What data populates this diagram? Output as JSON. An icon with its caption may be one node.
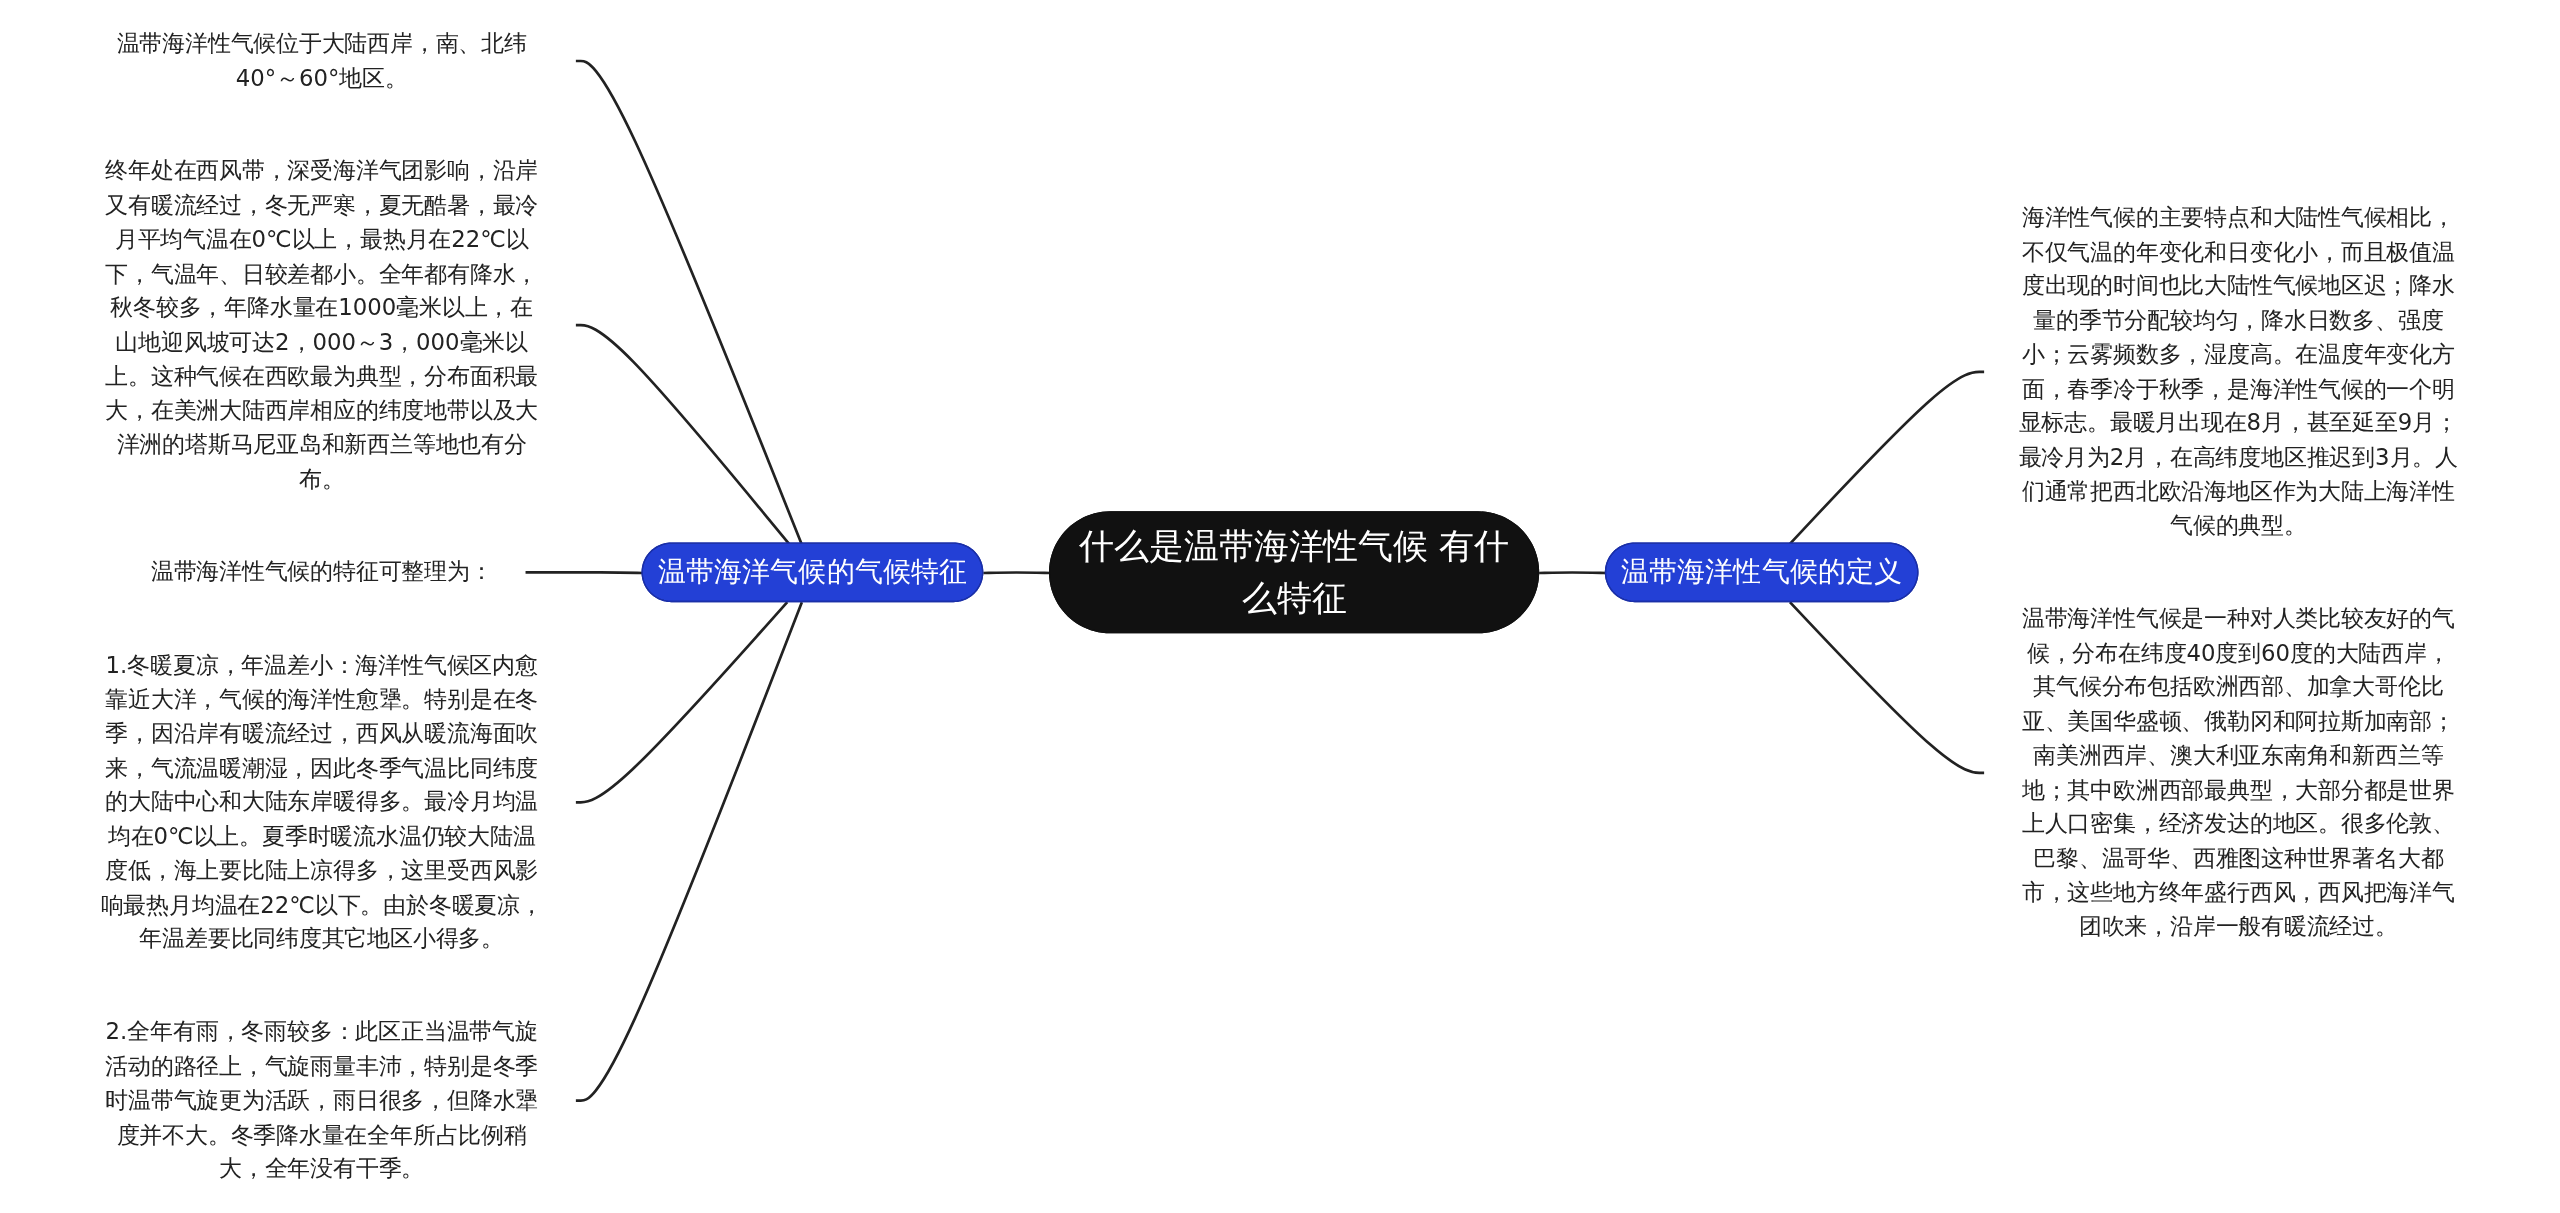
{
  "diagram": {
    "nodes": [
      {
        "text": [
          "什么是温带海洋性气候 有什么特征"
        ]
      },
      {
        "text": [
          "温带海洋气候的气候特征"
        ]
      },
      {
        "text": [
          "温带海洋性气候位于大陆西岸，南、北纬40°～60°地区。"
        ]
      },
      {
        "text": [
          "终年处在西风带，深受海洋气团影响，沿岸又有暖流经过，冬无严寒，夏无酷暑，最冷月平均气温在0℃以上，最热月在22℃以下，气温年、日较差都小。全年都有降水，秋冬较多，年降水量在1000毫米以上，在山地迎风坡可达2，000～3，000毫米以上。这种气候在西欧最为典型，分布面积最大，在美洲大陆西岸相应的纬度地带以及大洋洲的塔斯马尼亚岛和新西兰等地也有分布。"
        ]
      },
      {
        "text": [
          "温带海洋性气候的特征可整理为："
        ]
      },
      {
        "text": [
          "1.冬暖夏凉，年温差小：海洋性气候区内愈靠近大洋，气候的海洋性愈犟。特别是在冬季，因沿岸有暖流经过，西风从暖流海面吹来，气流温暖潮湿，因此冬季气温比同纬度的大陆中心和大陆东岸暖得多。最冷月均温均在0℃以上。夏季时暖流水温仍较大陆温度低，海上要比陆上凉得多，这里受西风影响最热月均温在22℃以下。由於冬暖夏凉，年温差要比同纬度其它地区小得多。"
        ]
      },
      {
        "text": [
          "2.全年有雨，冬雨较多：此区正当温带气旋活动的路径上，气旋雨量丰沛，特别是冬季时温带气旋更为活跃，雨日很多，但降水犟度并不大。冬季降水量在全年所占比例稍大，全年没有干季。"
        ]
      },
      {
        "text": [
          "温带海洋性气候的定义"
        ]
      },
      {
        "text": [
          "海洋性气候的主要特点和大陆性气候相比，不仅气温的年变化和日变化小，而且极值温度出现的时间也比大陆性气候地区迟；降水量的季节分配较均匀，降水日数多、强度小；云雾频数多，湿度高。在温度年变化方面，春季冷于秋季，是海洋性气候的一个明显标志。最暖月出现在8月，甚至延至9月；最冷月为2月，在高纬度地区推迟到3月。人们通常把西北欧沿海地区作为大陆上海洋性气候的典型。"
        ]
      },
      {
        "text": [
          "温带海洋性气候是一种对人类比较友好的气候，分布在纬度40度到60度的大陆西岸，其气候分布包括欧洲西部、加拿大哥伦比亚、美国华盛顿、俄勒冈和阿拉斯加南部；南美洲西岸、澳大利亚东南角和新西兰等地；其中欧洲西部最典型，大部分都是世界上人口密集，经济发达的地区。很多伦敦、巴黎、温哥华、西雅图这种世界著名大都市，这些地方终年盛行西风，西风把海洋气团吹来，沿岸一般有暖流经过。"
        ]
      }
    ],
    "edges": [
      {
        "from": 1,
        "to": 0,
        "arrow": "none"
      },
      {
        "from": 2,
        "to": 1,
        "arrow": "none"
      },
      {
        "from": 3,
        "to": 1,
        "arrow": "none"
      },
      {
        "from": 4,
        "to": 1,
        "arrow": "none"
      },
      {
        "from": 5,
        "to": 1,
        "arrow": "none"
      },
      {
        "from": 6,
        "to": 1,
        "arrow": "none"
      },
      {
        "from": 0,
        "to": 7,
        "arrow": "none"
      },
      {
        "from": 7,
        "to": 8,
        "arrow": "none"
      },
      {
        "from": 7,
        "to": 9,
        "arrow": "none"
      }
    ]
  }
}
